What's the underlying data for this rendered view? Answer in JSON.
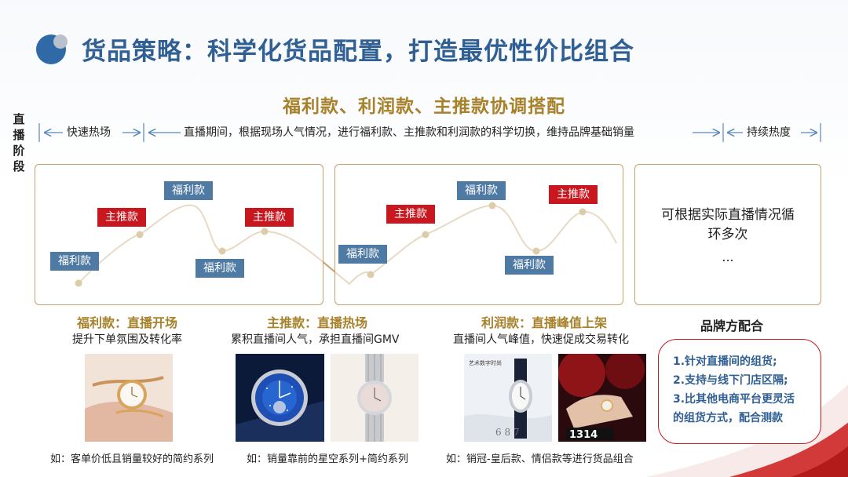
{
  "title": "货品策略：科学化货品配置，打造最优性价比组合",
  "subtitle": "福利款、利润款、主推款协调搭配",
  "stage_label": "直播阶段",
  "timeline": {
    "segments": [
      {
        "label": "快速热场"
      },
      {
        "label": "直播期间，根据现场人气情况，进行福利款、主推款和利润款的科学切换，维持品牌基础销量"
      },
      {
        "label": "持续热度"
      }
    ]
  },
  "tags": {
    "p1": [
      "福利款",
      "主推款",
      "福利款",
      "福利款",
      "主推款"
    ],
    "p2": [
      "福利款",
      "主推款",
      "福利款",
      "福利款",
      "主推款"
    ]
  },
  "loop_note": {
    "line1": "可根据实际直播情况循",
    "line2": "环多次",
    "ellipsis": "..."
  },
  "categories": [
    {
      "title": "福利款：直播开场",
      "desc": "提升下单氛围及转化率"
    },
    {
      "title": "主推款：直播热场",
      "desc": "累积直播间人气，承担直播间GMV"
    },
    {
      "title": "利润款：直播峰值上架",
      "desc": "直播间人气峰值，快速促成交易转化"
    }
  ],
  "brand": {
    "title": "品牌方配合",
    "items": [
      "1.针对直播间的组货;",
      "2.支持与线下门店区隔;",
      "3.比其他电商平台更灵活",
      "的组货方式，配合测款"
    ]
  },
  "examples": [
    "如：客单价低且销量较好的简约系列",
    "如：销量靠前的星空系列+简约系列",
    "如：销冠-皇后款、情侣款等进行货品组合"
  ],
  "image_texts": {
    "ad_line1": "艺术数字时尚",
    "ad_num": "1314"
  },
  "colors": {
    "title_blue": "#2f5f93",
    "gold": "#a7822b",
    "tag_blue": "#4f7aa3",
    "tag_red": "#c8171e",
    "panel_border": "#c4a46b"
  }
}
